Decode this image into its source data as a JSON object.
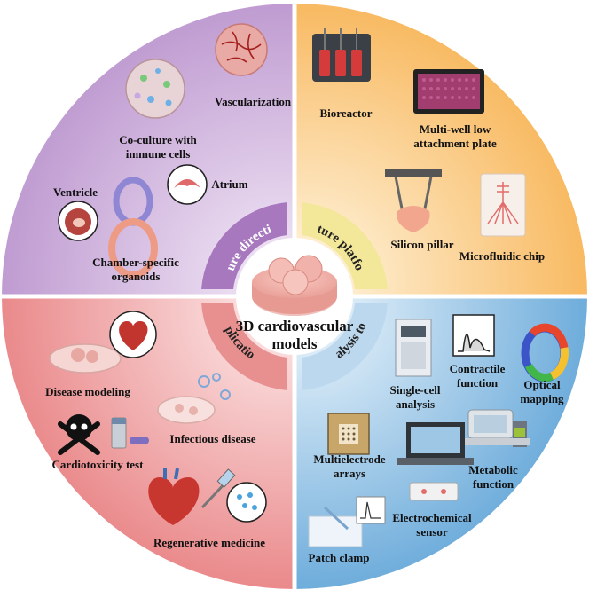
{
  "center": {
    "line1": "3D cardiovascular",
    "line2": "models"
  },
  "ring": {
    "future": "Future directions",
    "culture": "Culture platforms",
    "analysis": "Analysis tools",
    "applications": "Applications"
  },
  "future": {
    "vascularization": "Vascularization",
    "coculture1": "Co-culture with",
    "coculture2": "immune cells",
    "ventricle": "Ventricle",
    "atrium": "Atrium",
    "chamber1": "Chamber-specific",
    "chamber2": "organoids"
  },
  "culture": {
    "bioreactor": "Bioreactor",
    "multiwell1": "Multi-well low",
    "multiwell2": "attachment  plate",
    "silicon": "Silicon pillar",
    "microfluidic": "Microfluidic chip"
  },
  "applications": {
    "disease": "Disease modeling",
    "infectious": "Infectious disease",
    "cardiotox": "Cardiotoxicity test",
    "regen": "Regenerative medicine"
  },
  "analysis": {
    "singlecell1": "Single-cell",
    "singlecell2": "analysis",
    "contractile1": "Contractile",
    "contractile2": "function",
    "optical1": "Optical",
    "optical2": "mapping",
    "mea1": "Multielectrode",
    "mea2": "arrays",
    "metabolic1": "Metabolic",
    "metabolic2": "function",
    "electro1": "Electrochemical",
    "electro2": "sensor",
    "patch": "Patch clamp"
  },
  "colors": {
    "future": "#c7a6d6",
    "culture": "#f9c87a",
    "applications": "#f2a7a7",
    "analysis": "#a9cdea",
    "ring_future": "#a878bf",
    "ring_culture": "#f3e89a",
    "ring_applications": "#e89090",
    "ring_analysis": "#bcd8ee"
  }
}
